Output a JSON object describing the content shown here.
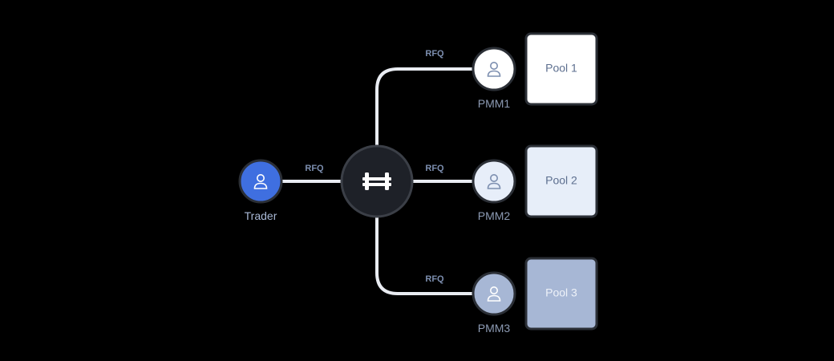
{
  "connector_label": "RFQ",
  "trader": {
    "label": "Trader",
    "color": "#3f6fe0",
    "label_color": "#a9b9d6"
  },
  "hub": {
    "icon": "hyperliquid-hash-icon",
    "color": "#1e2128",
    "ring_color": "#3b3f47"
  },
  "pmms": [
    {
      "label": "PMM1",
      "color": "#ffffff",
      "pool": "Pool 1",
      "pool_color": "#ffffff"
    },
    {
      "label": "PMM2",
      "color": "#e7eef9",
      "pool": "Pool 2",
      "pool_color": "#e7eef9"
    },
    {
      "label": "PMM3",
      "color": "#a7b7d5",
      "pool": "Pool 3",
      "pool_color": "#a7b7d5"
    }
  ],
  "line_color": "#e9ecf2",
  "person_icon": "person-icon"
}
